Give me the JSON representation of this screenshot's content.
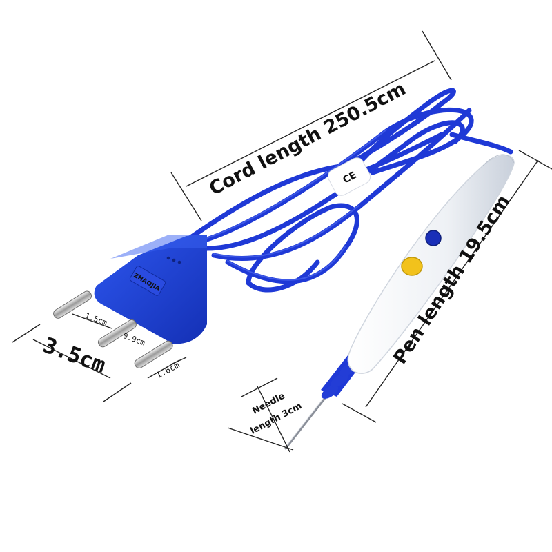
{
  "labels": {
    "cord_length": "Cord length 250.5cm",
    "pen_length": "Pen length 19.5cm",
    "needle_line1": "Needle",
    "needle_line2": "length 3cm",
    "plug_width": "3.5cm",
    "pin_spacing_1": "1.5cm",
    "pin_spacing_2": "0.9cm",
    "pin_length": "1.6cm",
    "plug_brand": "ZHAOJIA",
    "cord_tag": "CE"
  },
  "colors": {
    "cable": "#1f39d6",
    "plug": "#1c3fd8",
    "button_top": "#1a2fb8",
    "button_bottom": "#f2c21c",
    "pen_body": "#f7f8fa",
    "line": "#222222"
  }
}
